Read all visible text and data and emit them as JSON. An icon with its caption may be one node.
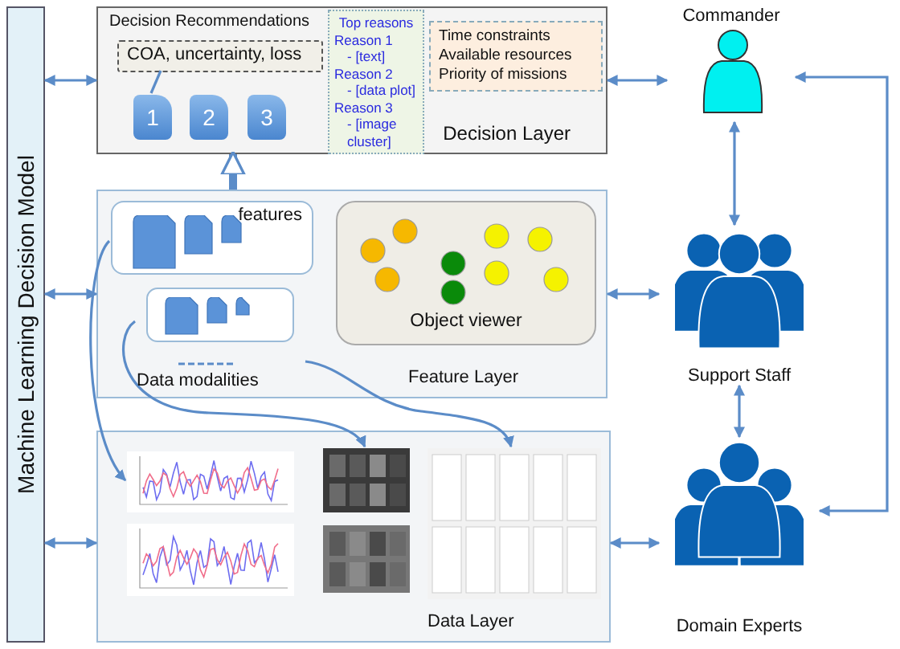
{
  "diagram": {
    "nodes": [
      {
        "text": [
          "Machine Learning Decision Model"
        ]
      },
      {
        "text": [
          "Decision Recommendations",
          "Decision Layer"
        ]
      },
      {
        "text": [
          "COA, uncertainty, loss"
        ],
        "in": 1
      },
      {
        "text": [
          "1"
        ],
        "in": 1
      },
      {
        "text": [
          "2"
        ],
        "in": 1
      },
      {
        "text": [
          "3"
        ],
        "in": 1
      },
      {
        "text": [
          "Top reasons",
          "Reason 1",
          "- [text]",
          "Reason 2",
          "- [data plot]",
          "Reason 3",
          "- [image cluster]"
        ],
        "in": 1
      },
      {
        "text": [
          "Time constraints",
          "Available resources",
          "Priority of missions"
        ],
        "in": 1
      },
      {
        "text": [
          "Feature Layer"
        ]
      },
      {
        "text": [
          "features"
        ],
        "in": 8
      },
      {
        "text": [
          "Data modalities"
        ],
        "in": 8
      },
      {
        "text": [
          "Object viewer"
        ],
        "in": 8
      },
      {
        "text": [
          "Data Layer"
        ]
      },
      {
        "text": [],
        "shape": "picture",
        "in": 12
      },
      {
        "text": [],
        "shape": "picture",
        "in": 12
      },
      {
        "text": [],
        "shape": "picture",
        "in": 12
      },
      {
        "text": [],
        "shape": "picture",
        "in": 12
      },
      {
        "text": [],
        "shape": "picture",
        "in": 12
      },
      {
        "text": [
          "Commander"
        ]
      },
      {
        "text": [
          "Support Staff"
        ]
      },
      {
        "text": [
          "Domain Experts"
        ]
      }
    ],
    "edges": [
      {
        "from": 0,
        "to": 1,
        "arrow": "both"
      },
      {
        "from": 0,
        "to": 8,
        "arrow": "both"
      },
      {
        "from": 0,
        "to": 12,
        "arrow": "both"
      },
      {
        "from": 8,
        "to": 1,
        "arrow": "to",
        "style": "thick"
      },
      {
        "from": 2,
        "to": 3,
        "arrow": "none"
      },
      {
        "from": 9,
        "to": 13,
        "arrow": "to"
      },
      {
        "from": 10,
        "to": 15,
        "arrow": "to"
      },
      {
        "from": 10,
        "to": 17,
        "arrow": "to"
      },
      {
        "from": 18,
        "to": 1,
        "arrow": "both"
      },
      {
        "from": 19,
        "to": 8,
        "arrow": "both"
      },
      {
        "from": 20,
        "to": 12,
        "arrow": "both"
      },
      {
        "from": 18,
        "to": 19,
        "arrow": "both"
      },
      {
        "from": 19,
        "to": 20,
        "arrow": "both"
      },
      {
        "from": 18,
        "to": 20,
        "arrow": "both"
      }
    ]
  }
}
